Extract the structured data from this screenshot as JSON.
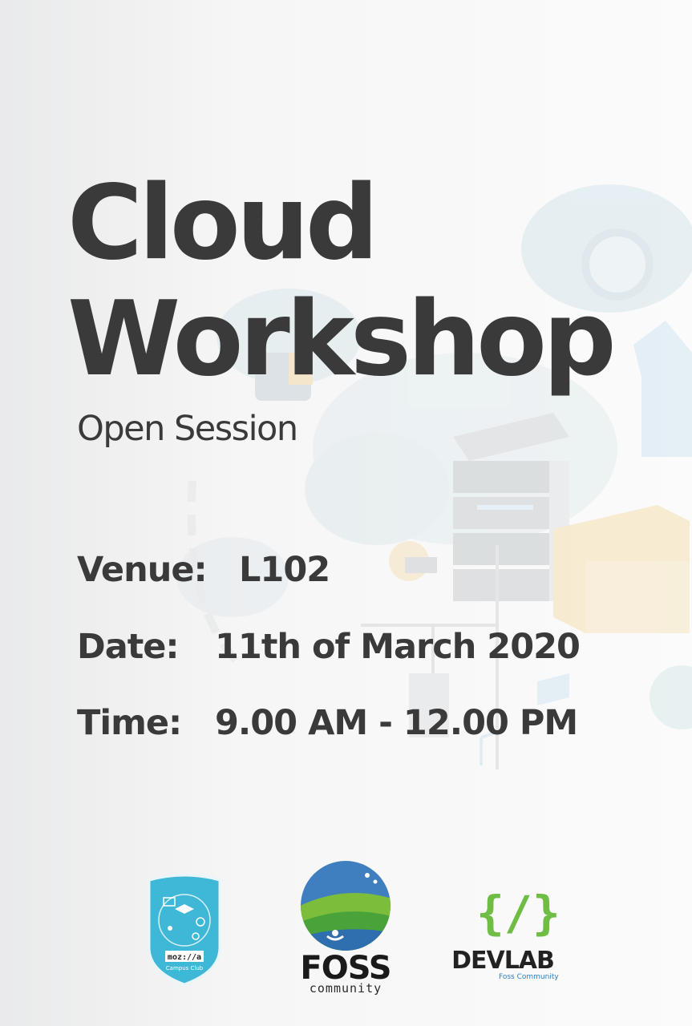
{
  "poster": {
    "title_line1": "Cloud",
    "title_line2": "Workshop",
    "subtitle": "Open Session"
  },
  "details": {
    "venue_label": "Venue:",
    "venue_value": "L102",
    "date_label": "Date:",
    "date_value": "11th of March 2020",
    "time_label": "Time:",
    "time_value": "9.00 AM - 12.00 PM"
  },
  "logos": {
    "mozilla": {
      "wordmark": "moz://a",
      "caption": "Campus Club"
    },
    "foss": {
      "wordmark": "FOSS",
      "caption": "community"
    },
    "devlab": {
      "braces": "{/}",
      "wordmark": "DEVLAB",
      "caption": "Foss Community"
    }
  },
  "colors": {
    "text": "#3a3a3a",
    "mozilla_shield": "#3fb7d6",
    "foss_blue": "#2f6fb0",
    "foss_green": "#7cbd3c",
    "devlab_green": "#6fbd45",
    "devlab_blue": "#2a7fc4"
  }
}
